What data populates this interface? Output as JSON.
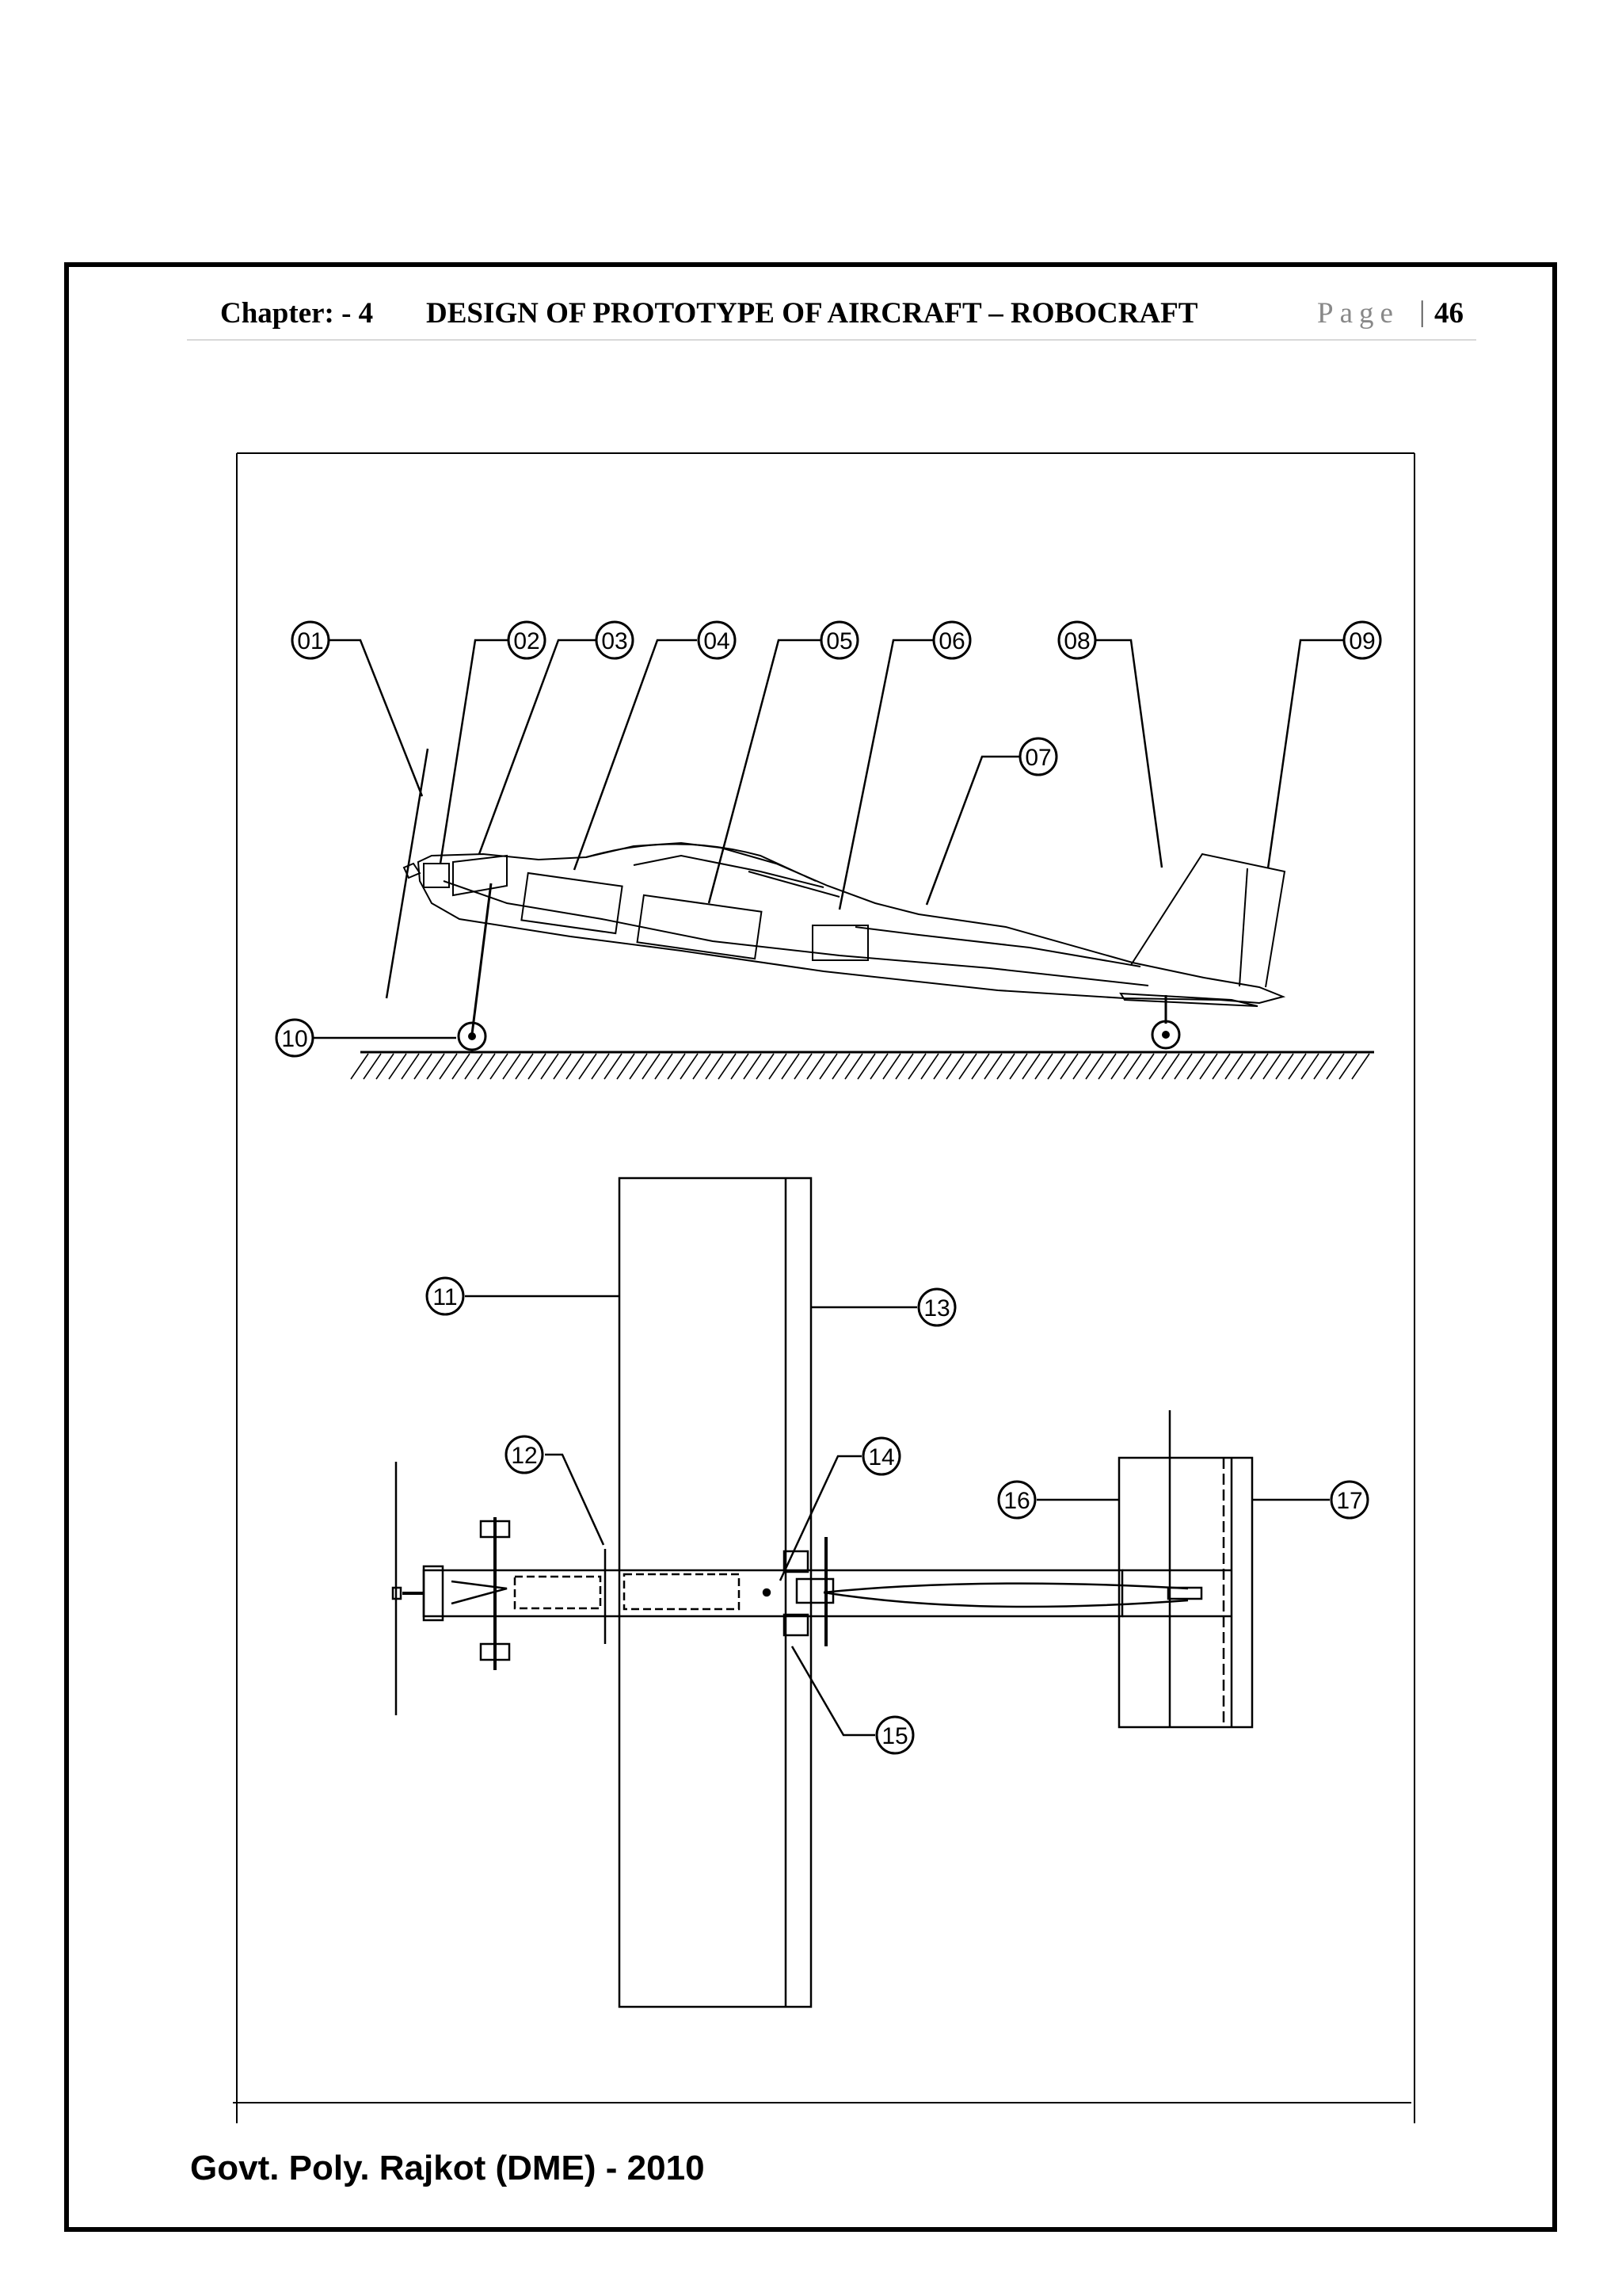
{
  "header": {
    "chapter": "Chapter: - 4",
    "title": "DESIGN OF PROTOTYPE OF AIRCRAFT – ROBOCRAFT",
    "page_word": "Page",
    "separator": "|",
    "page_number": "46"
  },
  "drawing": {
    "labels": [
      "01",
      "02",
      "03",
      "04",
      "05",
      "06",
      "07",
      "08",
      "09",
      "10",
      "11",
      "12",
      "13",
      "14",
      "15",
      "16",
      "17"
    ]
  },
  "footer": {
    "text": "Govt. Poly. Rajkot (DME) - 2010"
  }
}
